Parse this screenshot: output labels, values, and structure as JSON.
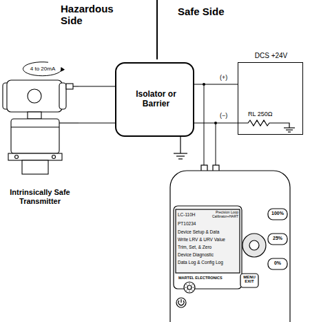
{
  "diagram": {
    "nodes": [
      {
        "text": [
          "Intrinsically Safe Transmitter"
        ]
      },
      {
        "text": [
          "Isolator or Barrier"
        ]
      },
      {
        "text": [
          "DCS +24V"
        ]
      },
      {
        "text": [
          "LC-110H",
          "Precision Loop Calibrator+HART",
          "PT10234",
          "Device Setup & Data",
          "Write LRV & URV Value",
          "Trim, Set, & Zero",
          "Device Diagnostic",
          "Data Log & Config Log",
          "MARTEL ELECTRONICS",
          "100%",
          "25%",
          "0%",
          "MENU EXIT"
        ]
      }
    ],
    "edges": [
      {
        "from": 0,
        "to": 1,
        "arrow": "none"
      },
      {
        "from": 0,
        "to": 1,
        "arrow": "none"
      },
      {
        "from": 1,
        "to": 2,
        "label": "(+)",
        "arrow": "none"
      },
      {
        "from": 1,
        "to": 2,
        "label": "(−)",
        "arrow": "none"
      }
    ],
    "labels": [
      "Hazardous Side",
      "Safe Side",
      "4 to 20mA",
      "RL 250Ω"
    ]
  }
}
